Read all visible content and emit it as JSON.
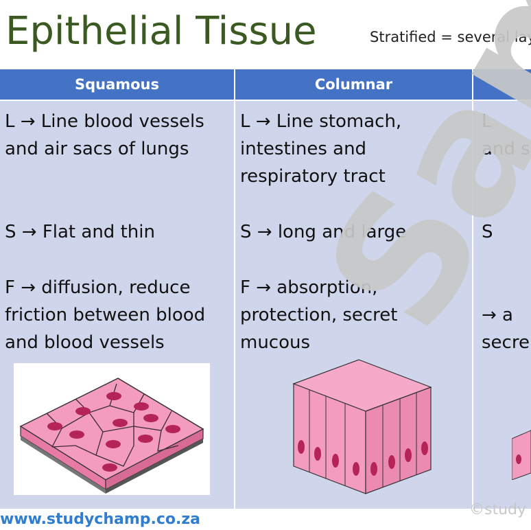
{
  "title": "Epithelial Tissue",
  "subtitle": "Stratified = several lay",
  "columns": [
    {
      "header": "Squamous",
      "location": [
        "L → Line blood vessels",
        "and air sacs of lungs"
      ],
      "structure": [
        "S → Flat and thin"
      ],
      "function": [
        "F → diffusion, reduce",
        "friction between blood",
        "and blood vessels"
      ]
    },
    {
      "header": "Columnar",
      "location": [
        "L → Line stomach,",
        "intestines and",
        "respiratory tract"
      ],
      "structure": [
        "S → long and large"
      ],
      "function": [
        "F → absorption,",
        "protection, secret",
        "mucous"
      ]
    },
    {
      "header": "",
      "location": [
        "L",
        "and s"
      ],
      "structure": [
        "S"
      ],
      "function": [
        "→ a",
        "secre"
      ]
    }
  ],
  "footer": {
    "website": "www.studychamp.co.za",
    "copyright": "©study"
  },
  "watermark": "Sample",
  "colors": {
    "title": "#3b5a22",
    "header_bg": "#4472c4",
    "cell_bg": "#cfd5ea",
    "website": "#2e7dd1"
  }
}
